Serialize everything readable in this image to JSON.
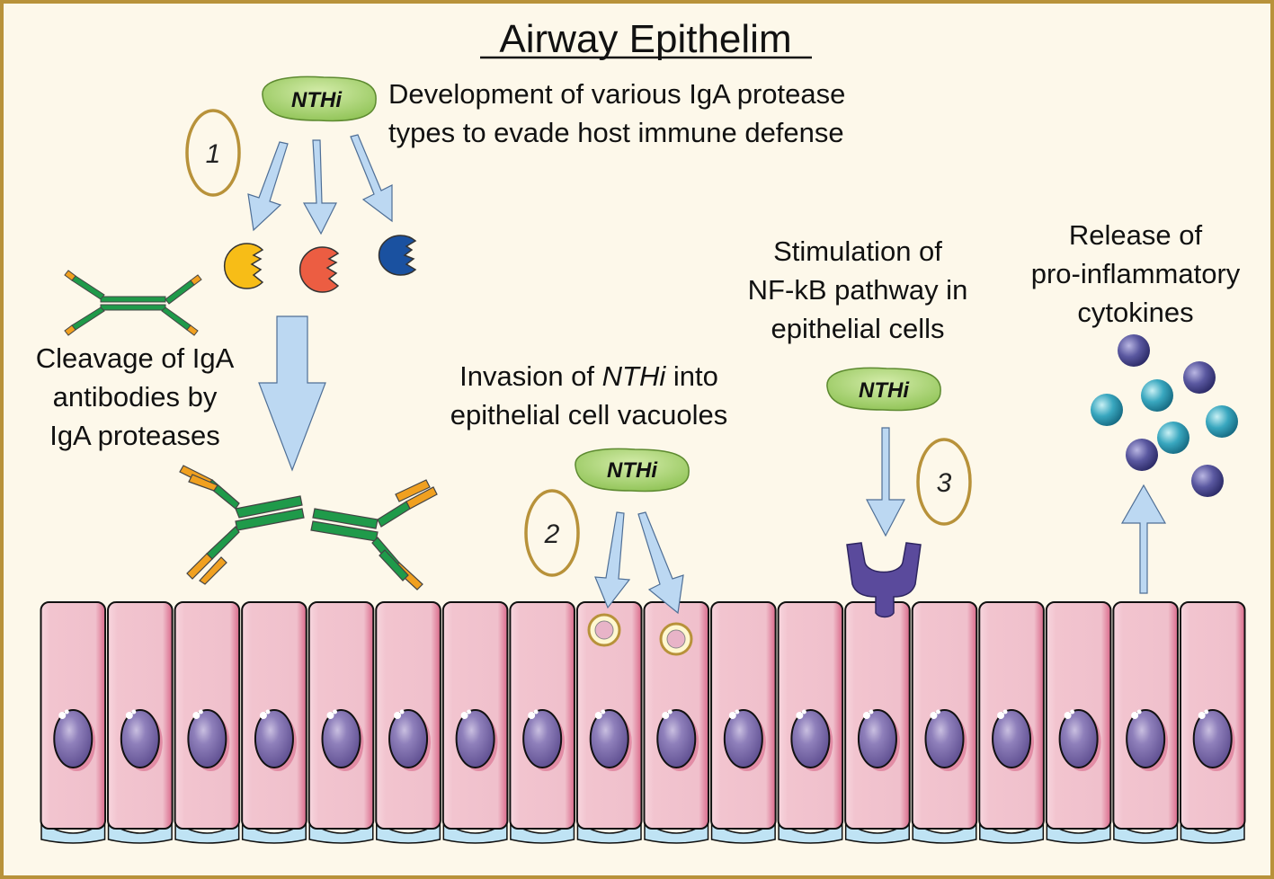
{
  "title": "Airway Epithelim",
  "colors": {
    "background": "#fdf8ea",
    "border": "#b8923a",
    "arrow": "#bcd8f2",
    "nthi": "#a8d46c",
    "cell": "#f2c4cf",
    "nucleus": "#7c6aa8"
  },
  "step1": {
    "number": "1",
    "bacterium": "NTHi",
    "caption_lines": [
      "Development of various IgA protease",
      "types to evade host immune defense"
    ]
  },
  "cleavage": {
    "caption_lines": [
      "Cleavage of IgA",
      "antibodies by",
      "IgA proteases"
    ]
  },
  "step2": {
    "number": "2",
    "bacterium": "NTHi",
    "caption_line1_pre": "Invasion of ",
    "caption_line1_italic": "NTHi",
    "caption_line1_post": " into",
    "caption_line2": "epithelial cell vacuoles"
  },
  "step3": {
    "number": "3",
    "bacterium": "NTHi",
    "caption_lines": [
      "Stimulation of",
      "NF-kB pathway in",
      "epithelial cells"
    ]
  },
  "cytokines": {
    "caption_lines": [
      "Release of",
      "pro-inflammatory",
      "cytokines"
    ]
  }
}
